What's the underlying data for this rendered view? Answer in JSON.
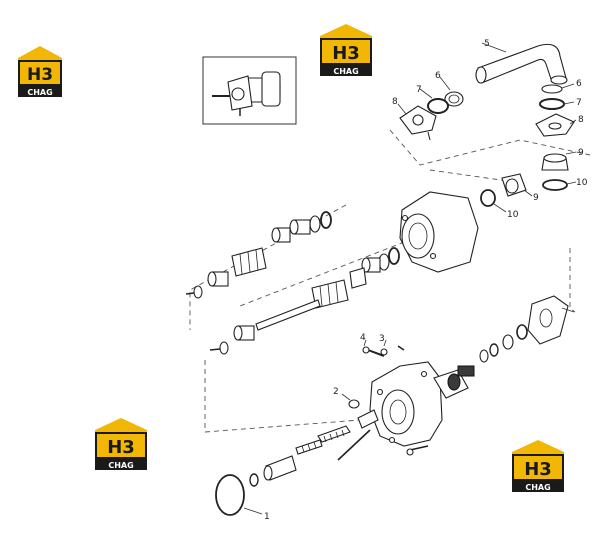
{
  "logo": {
    "mark": "H3",
    "caption": "CHAG",
    "colors": {
      "roof": "#f2b705",
      "dark": "#1a1a1a",
      "letters": "#ffffff"
    }
  },
  "callouts": {
    "c1": "1",
    "c2": "2",
    "c3": "3",
    "c4": "4",
    "c5": "5",
    "c6a": "6",
    "c6b": "6",
    "c7a": "7",
    "c7b": "7",
    "c8a": "8",
    "c8b": "8",
    "c9a": "9",
    "c9b": "9",
    "c10a": "10",
    "c10b": "10"
  }
}
